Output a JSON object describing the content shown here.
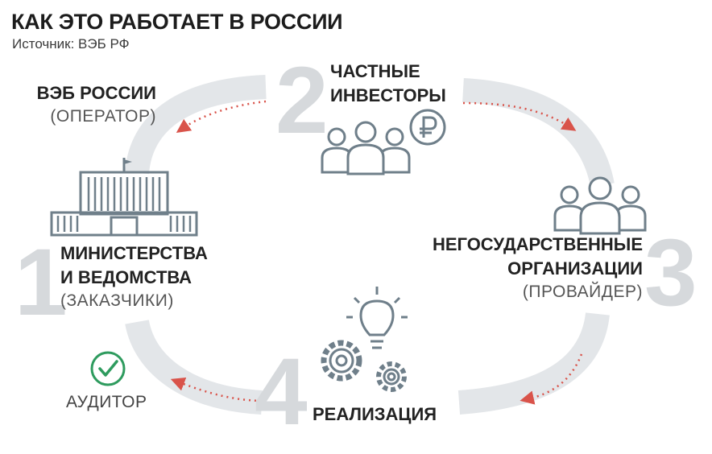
{
  "header": {
    "title": "КАК ЭТО РАБОТАЕТ В РОССИИ",
    "source": "Источник: ВЭБ РФ"
  },
  "steps": [
    {
      "number": "1",
      "label_line1": "МИНИСТЕРСТВА",
      "label_line2": "И ВЕДОМСТВА",
      "role": "(ЗАКАЗЧИКИ)"
    },
    {
      "number": "2",
      "label_line1": "ЧАСТНЫЕ",
      "label_line2": "ИНВЕСТОРЫ"
    },
    {
      "number": "3",
      "label_line1": "НЕГОСУДАРСТВЕННЫЕ",
      "label_line2": "ОРГАНИЗАЦИИ",
      "role": "(ПРОВАЙДЕР)"
    },
    {
      "number": "4",
      "label_line1": "РЕАЛИЗАЦИЯ"
    }
  ],
  "operator": {
    "label": "ВЭБ РОССИИ",
    "role": "(ОПЕРАТОР)"
  },
  "auditor": {
    "label": "АУДИТОР"
  },
  "colors": {
    "arrow": "#d9534a",
    "ring": "#e3e6e9",
    "icon": "#6f7f8a",
    "check": "#2e9b5e",
    "number": "#d6d9dc"
  },
  "icons": [
    "government-building-icon",
    "investors-icon",
    "ruble-icon",
    "organizations-icon",
    "gears-icon",
    "lightbulb-icon",
    "checkmark-icon"
  ]
}
